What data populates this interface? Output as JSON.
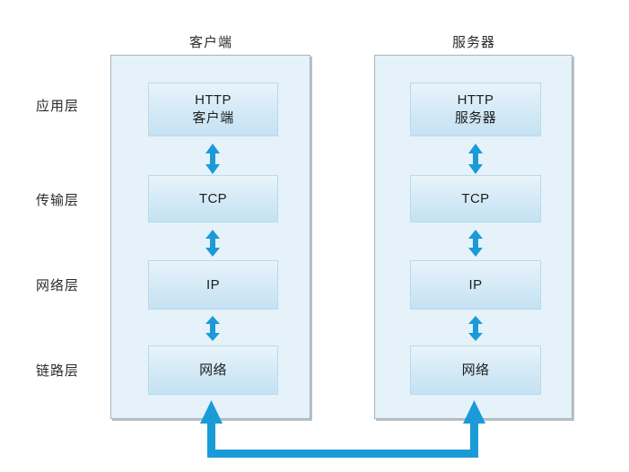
{
  "diagram": {
    "title_client": "客户端",
    "title_server": "服务器",
    "accent_color": "#1b9ad8",
    "container_fill": "#e5f2fa",
    "box_fill": "#d3e9f6",
    "shadow_color": "#8d9499",
    "layers": [
      {
        "label": "应用层"
      },
      {
        "label": "传输层"
      },
      {
        "label": "网络层"
      },
      {
        "label": "链路层"
      }
    ],
    "client_stack": [
      {
        "line1": "HTTP",
        "line2": "客户端"
      },
      {
        "line1": "TCP",
        "line2": ""
      },
      {
        "line1": "IP",
        "line2": ""
      },
      {
        "line1": "网络",
        "line2": ""
      }
    ],
    "server_stack": [
      {
        "line1": "HTTP",
        "line2": "服务器"
      },
      {
        "line1": "TCP",
        "line2": ""
      },
      {
        "line1": "IP",
        "line2": ""
      },
      {
        "line1": "网络",
        "line2": ""
      }
    ]
  }
}
